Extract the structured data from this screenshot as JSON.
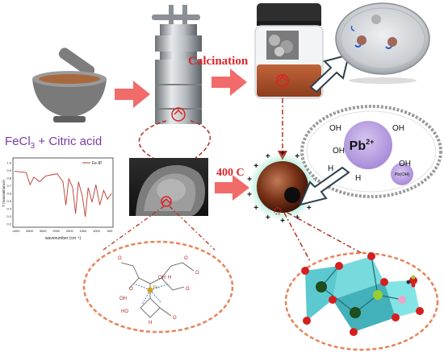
{
  "labels": {
    "calcination": "Calcination",
    "precursor_prefix": "FeCl",
    "precursor_subscript": "3",
    "precursor_suffix": " + Citric acid",
    "temperature": "400 C"
  },
  "lead_species": {
    "ion_base": "Pb",
    "ion_charge": "2+",
    "hydroxide": "Pb(OH)",
    "oh_label": "OH",
    "h_label": "H"
  },
  "ftir": {
    "xlabel": "wavenumber (cm⁻¹)",
    "ylabel": "T (transmittance)",
    "legend": "Fe-IP",
    "x_ticks": [
      "4000",
      "3500",
      "3000",
      "2500",
      "2000",
      "1500",
      "1000",
      "500"
    ],
    "y_ticks": [
      "1.0",
      "0.9",
      "0.8",
      "0.7",
      "0.6",
      "0.5",
      "0.4",
      "0.3",
      "0.2"
    ],
    "series_color": "#c0392b"
  },
  "complex": {
    "center": "Fe",
    "ligand_labels": [
      "O",
      "O",
      "O",
      "O",
      "H",
      "OH",
      "OH",
      "HO",
      "H",
      "O",
      "O"
    ]
  },
  "surface_charge": "+",
  "colors": {
    "arrow": "#f26b6b",
    "dash_arrow": "#b03020",
    "ellipse_border": "#e8835a",
    "title_red": "#d8262c",
    "precursor_purple": "#7b3aa3",
    "particle_glow": "#8fe3c8",
    "octahedron": "#3fc0c8"
  }
}
